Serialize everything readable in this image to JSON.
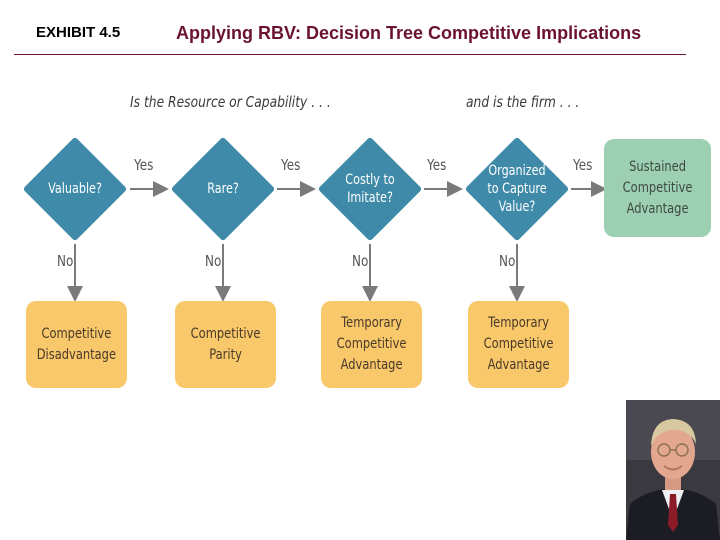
{
  "header": {
    "exhibit": "EXHIBIT 4.5",
    "title": "Applying RBV: Decision Tree Competitive Implications"
  },
  "intro": {
    "left": "Is the Resource or Capability . . .",
    "right": "and is the firm . . ."
  },
  "questions": [
    "Valuable?",
    "Rare?",
    "Costly to\nImitate?",
    "Organized\nto Capture\nValue?"
  ],
  "outcomes": [
    "Competitive\nDisadvantage",
    "Competitive\nParity",
    "Temporary\nCompetitive\nAdvantage",
    "Temporary\nCompetitive\nAdvantage"
  ],
  "final_outcome": "Sustained\nCompetitive\nAdvantage",
  "labels": {
    "yes": "Yes",
    "no": "No"
  },
  "colors": {
    "diamond": "#3e8aa8",
    "outcome_box": "#f8c86a",
    "final_box": "#9dcfb2",
    "title": "#6b1232",
    "arrow": "#7a7a7a"
  }
}
